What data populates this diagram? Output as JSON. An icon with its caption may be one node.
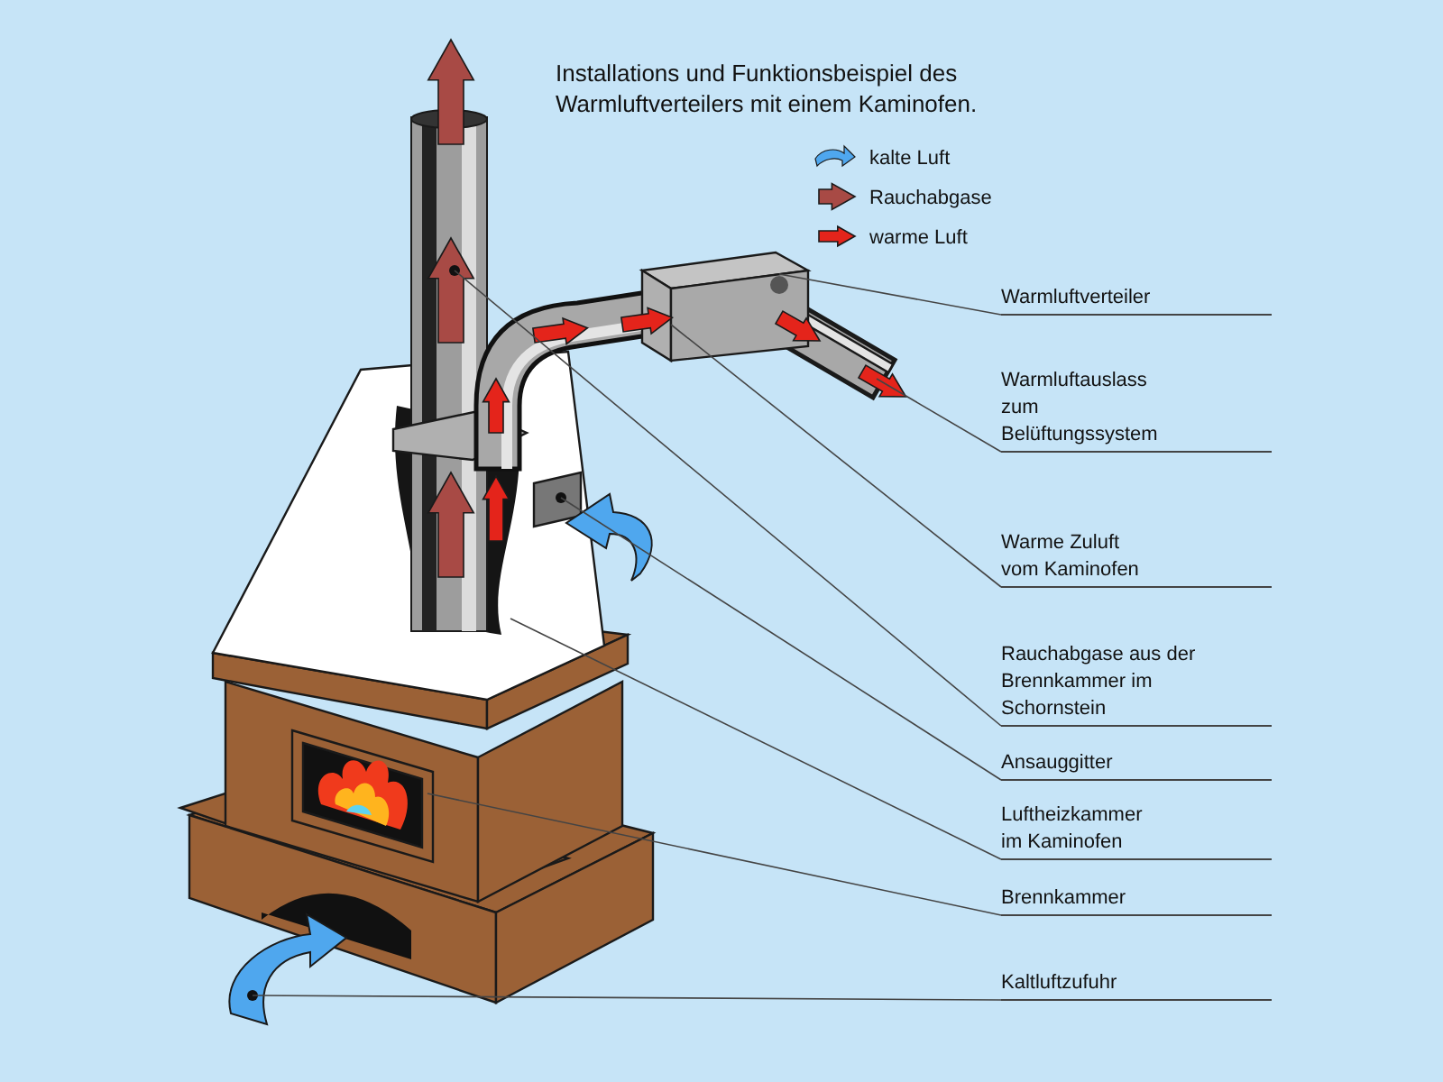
{
  "diagram": {
    "title": "Installations und Funktionsbeispiel des Warmluftverteilers mit einem Kaminofen.",
    "nodes": [
      {
        "text": [
          "Warmluftverteiler"
        ]
      },
      {
        "text": [
          "Warmluftauslass zum Belüftungssystem"
        ]
      },
      {
        "text": [
          "Warme Zuluft vom Kaminofen"
        ]
      },
      {
        "text": [
          "Rauchabgase aus der Brennkammer im Schornstein"
        ]
      },
      {
        "text": [
          "Ansauggitter"
        ]
      },
      {
        "text": [
          "Luftheizkammer im Kaminofen"
        ]
      },
      {
        "text": [
          "Brennkammer"
        ]
      },
      {
        "text": [
          "Kaltluftzufuhr"
        ]
      }
    ],
    "edges": [
      {
        "from": 0,
        "to": null,
        "arrow": "none"
      },
      {
        "from": 1,
        "to": null,
        "arrow": "none"
      },
      {
        "from": 2,
        "to": null,
        "arrow": "none"
      },
      {
        "from": 3,
        "to": null,
        "arrow": "none"
      },
      {
        "from": 4,
        "to": null,
        "arrow": "none"
      },
      {
        "from": 5,
        "to": null,
        "arrow": "none"
      },
      {
        "from": 6,
        "to": null,
        "arrow": "none"
      },
      {
        "from": 7,
        "to": null,
        "arrow": "none"
      }
    ],
    "legend": [
      {
        "text": "kalte Luft"
      },
      {
        "text": "Rauchabgase"
      },
      {
        "text": "warme Luft"
      }
    ]
  }
}
